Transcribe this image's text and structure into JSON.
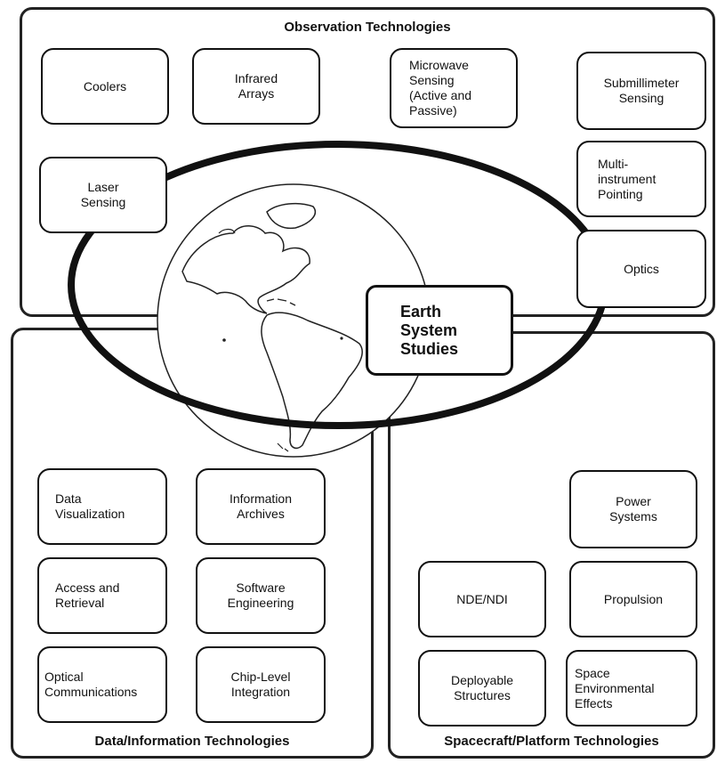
{
  "panels": {
    "observation": "Observation Technologies",
    "data": "Data/Information Technologies",
    "spacecraft": "Spacecraft/Platform Technologies"
  },
  "center": "Earth\nSystem\nStudies",
  "observation_items": {
    "coolers": "Coolers",
    "infrared": "Infrared\nArrays",
    "microwave": "Microwave\nSensing\n(Active and\nPassive)",
    "submillimeter": "Submillimeter\nSensing",
    "laser": "Laser\nSensing",
    "multi": "Multi-\ninstrument\nPointing",
    "optics": "Optics"
  },
  "data_items": {
    "visualization": "Data\nVisualization",
    "archives": "Information\nArchives",
    "access": "Access and\nRetrieval",
    "software": "Software\nEngineering",
    "optical_comm": "Optical\nCommunications",
    "chip": "Chip-Level\nIntegration"
  },
  "spacecraft_items": {
    "power": "Power\nSystems",
    "nde": "NDE/NDI",
    "propulsion": "Propulsion",
    "deployable": "Deployable\nStructures",
    "space_env": "Space\nEnvironmental\nEffects"
  }
}
